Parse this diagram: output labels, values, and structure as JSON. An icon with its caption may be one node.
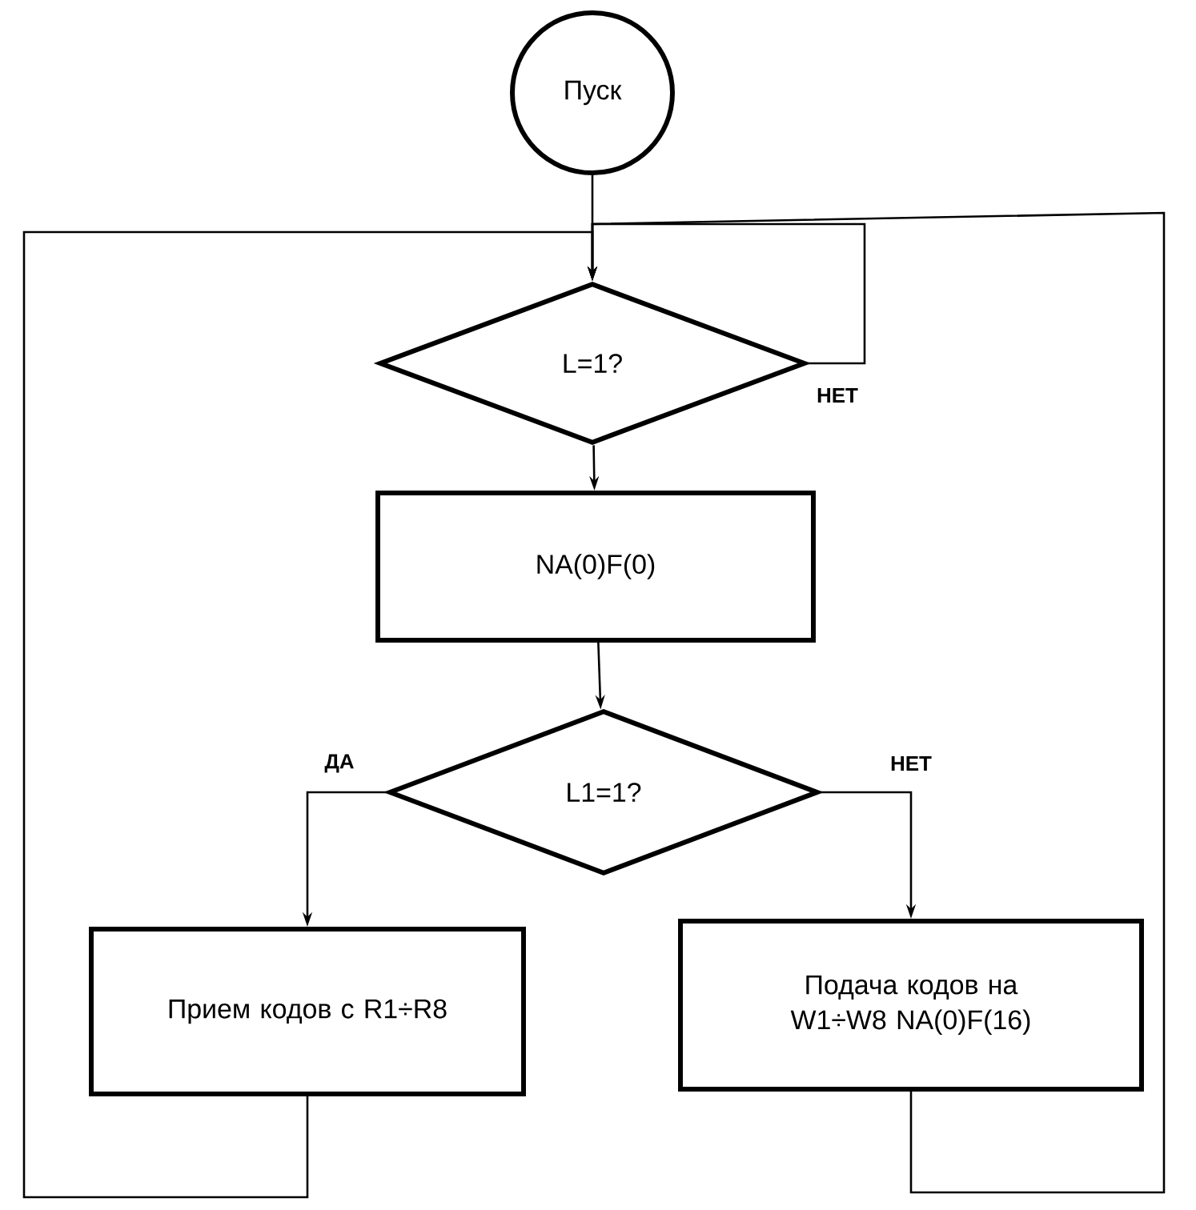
{
  "diagram": {
    "nodes": [
      {
        "text": [
          "Пуск"
        ]
      },
      {
        "text": [
          "L=1?"
        ]
      },
      {
        "text": [
          "NA(0)F(0)"
        ]
      },
      {
        "text": [
          "L1=1?"
        ]
      },
      {
        "text": [
          "Прием кодов с R1÷R8"
        ]
      },
      {
        "text": [
          "Подача кодов на W1÷W8 NA(0)F(16)"
        ]
      }
    ],
    "edges": [
      {
        "from": 0,
        "to": 1,
        "arrow": "to"
      },
      {
        "from": 1,
        "to": 1,
        "arrow": "to",
        "label": "НЕТ"
      },
      {
        "from": 1,
        "to": 2,
        "arrow": "to"
      },
      {
        "from": 2,
        "to": 3,
        "arrow": "to"
      },
      {
        "from": 3,
        "to": 4,
        "arrow": "to",
        "label": "ДА"
      },
      {
        "from": 3,
        "to": 5,
        "arrow": "to",
        "label": "НЕТ"
      },
      {
        "from": 4,
        "to": 1,
        "arrow": "to"
      },
      {
        "from": 5,
        "to": 1,
        "arrow": "to"
      }
    ]
  }
}
